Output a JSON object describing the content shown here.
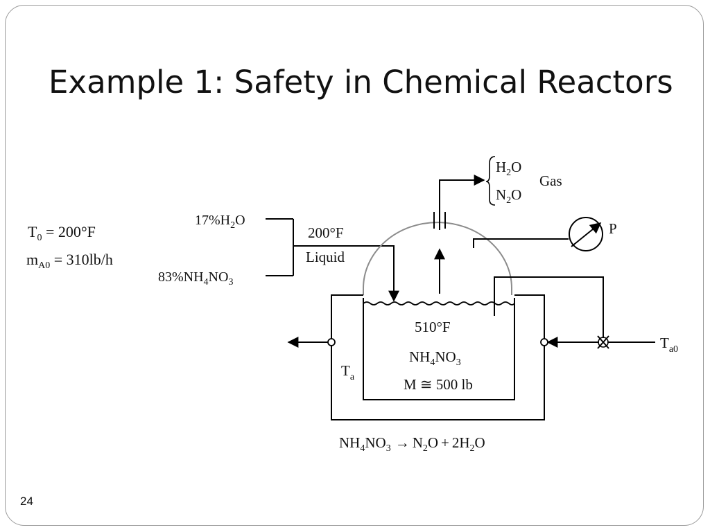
{
  "slide": {
    "title": "Example 1: Safety in Chemical Reactors",
    "page_number": "24"
  },
  "feed": {
    "temperature": {
      "symbol": "T",
      "subscript": "0",
      "value": " = 200°F"
    },
    "mass_flow": {
      "symbol": "m",
      "subscript": "A0",
      "value": " = 310",
      "unit": "lb/h"
    },
    "water_fraction": {
      "pct": "17%H",
      "sub": "2",
      "rest": "O"
    },
    "nitrate_fraction": {
      "pct": "83%NH",
      "sub1": "4",
      "mid": "NO",
      "sub2": "3"
    },
    "inlet_temperature": "200°F",
    "inlet_phase": "Liquid"
  },
  "gas_outlet": {
    "water": {
      "main": "H",
      "sub": "2",
      "rest": "O"
    },
    "nitrous_oxide": {
      "main": "N",
      "sub": "2",
      "rest": "O"
    },
    "label": "Gas"
  },
  "gauge": {
    "label": "P"
  },
  "reactor": {
    "temperature": "510°F",
    "contents": {
      "main": "NH",
      "sub1": "4",
      "mid": "NO",
      "sub2": "3"
    },
    "mass": "M ≅ 500 lb"
  },
  "jacket": {
    "label": {
      "main": "T",
      "sub": "a"
    },
    "inlet": {
      "main": "T",
      "sub": "a0"
    }
  },
  "reaction": {
    "reactant": {
      "main": "NH",
      "sub1": "4",
      "mid": "NO",
      "sub2": "3"
    },
    "arrow": "→",
    "product1": {
      "main": "N",
      "sub": "2",
      "rest": "O"
    },
    "plus": "+",
    "product2": {
      "coef": "2H",
      "sub": "2",
      "rest": "O"
    }
  }
}
